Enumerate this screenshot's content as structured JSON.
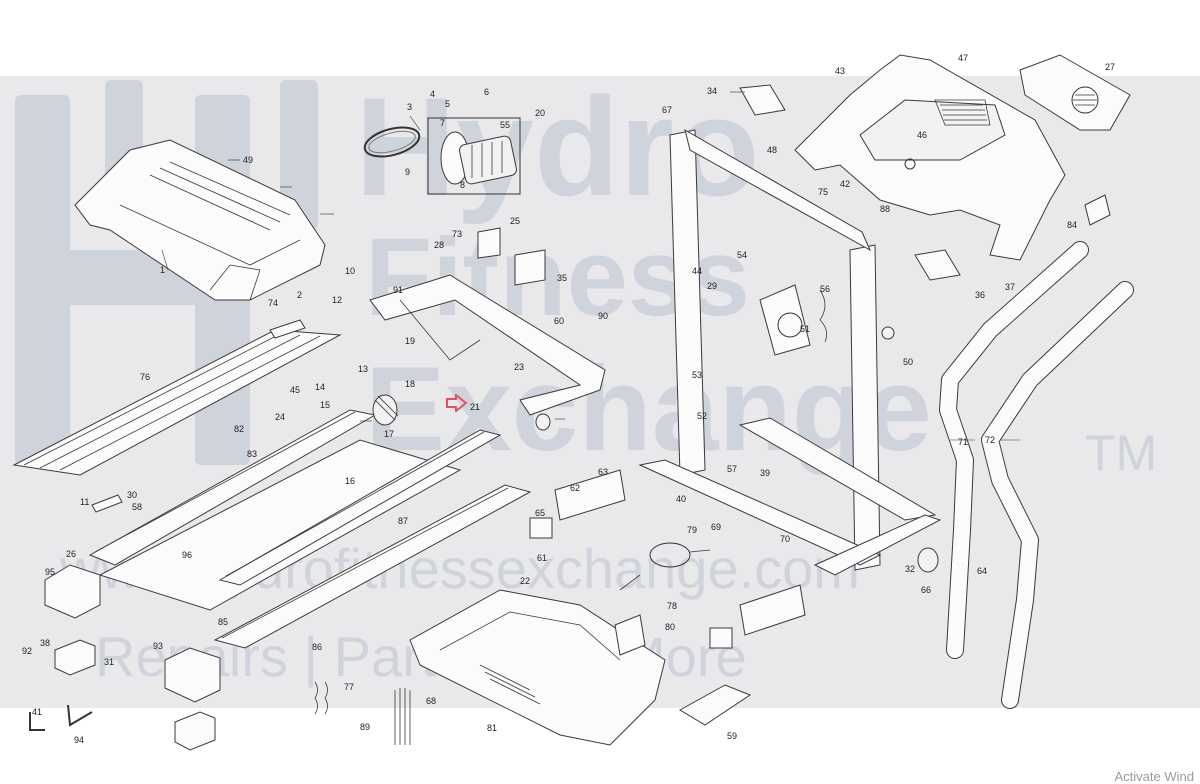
{
  "watermark": {
    "brand_lines": [
      "Hydro",
      "Fitness",
      "Exchange"
    ],
    "trademark": "TM",
    "url": "www.hydrofitnessexchange.com",
    "tagline": "Repairs | Parts | and More"
  },
  "overlay": {
    "activate_text": "Activate Wind"
  },
  "highlight": {
    "color": "#e8505b"
  },
  "part_labels": [
    "1",
    "2",
    "3",
    "4",
    "5",
    "6",
    "7",
    "8",
    "9",
    "10",
    "11",
    "12",
    "13",
    "14",
    "15",
    "16",
    "17",
    "18",
    "19",
    "20",
    "21",
    "22",
    "23",
    "24",
    "25",
    "26",
    "27",
    "28",
    "29",
    "30",
    "31",
    "32",
    "34",
    "35",
    "36",
    "37",
    "38",
    "39",
    "40",
    "41",
    "42",
    "43",
    "44",
    "45",
    "46",
    "47",
    "48",
    "49",
    "50",
    "51",
    "52",
    "53",
    "54",
    "55",
    "56",
    "57",
    "58",
    "59",
    "60",
    "61",
    "62",
    "63",
    "64",
    "65",
    "66",
    "67",
    "68",
    "69",
    "70",
    "71",
    "72",
    "73",
    "74",
    "75",
    "76",
    "77",
    "78",
    "79",
    "80",
    "81",
    "82",
    "83",
    "84",
    "85",
    "86",
    "87",
    "88",
    "89",
    "90",
    "91",
    "92",
    "93",
    "94",
    "95",
    "96"
  ]
}
